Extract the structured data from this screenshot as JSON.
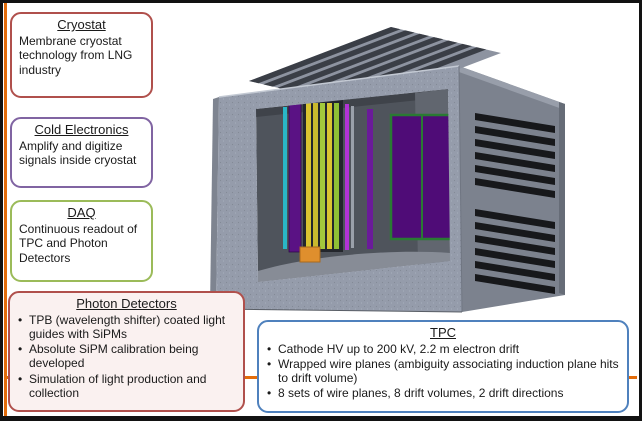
{
  "slide": {
    "background": "#ffffff",
    "frame_color": "#121212",
    "accent_color": "#e36c0a"
  },
  "callouts": {
    "cryostat": {
      "title": "Cryostat",
      "body": "Membrane cryostat technology from LNG industry",
      "border_color": "#b0504c"
    },
    "cold_electronics": {
      "title": "Cold Electronics",
      "body": "Amplify and digitize signals inside cryostat",
      "border_color": "#8064a2"
    },
    "daq": {
      "title": "DAQ",
      "body": "Continuous readout of TPC and Photon Detectors",
      "border_color": "#9bbb59"
    },
    "photon_detectors": {
      "title": "Photon Detectors",
      "border_color": "#b0504c",
      "bullets": [
        "TPB (wavelength shifter) coated light guides with SiPMs",
        "Absolute SiPM calibration being developed",
        "Simulation of light production and collection"
      ]
    },
    "tpc": {
      "title": "TPC",
      "border_color": "#4f81bd",
      "bullets": [
        "Cathode HV up to 200 kV,  2.2 m electron drift",
        "Wrapped wire planes (ambiguity associating induction plane hits to drift volume)",
        "8 sets of wire planes, 8 drift volumes, 2 drift directions"
      ]
    }
  },
  "figure": {
    "name": "cryostat-3d-cutaway-render",
    "colors": {
      "wall": "#959cab",
      "roof_slats": "#3a3e46",
      "vents": "#17181b",
      "interior": "#4f545c",
      "apa_purple": "#4f0c77",
      "apa_frame_green": "#2a7a33",
      "wire_plane_yellow": "#d9c431",
      "wire_plane_lime": "#a2c93c",
      "strip_cyan": "#2ab6c7",
      "strip_magenta": "#b233d6",
      "support_orange": "#df8f2d"
    }
  }
}
